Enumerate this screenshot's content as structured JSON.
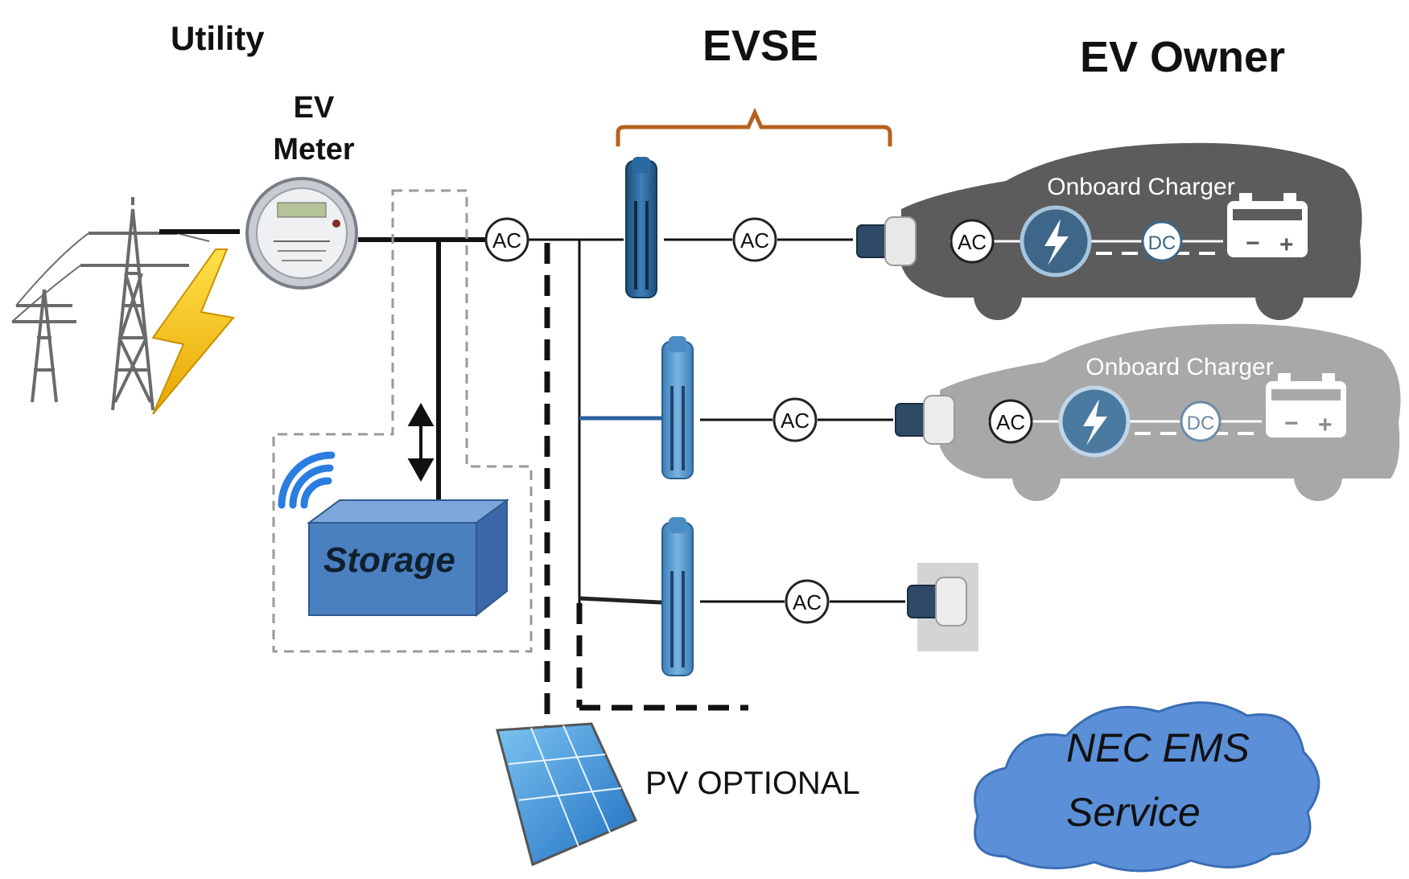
{
  "headers": {
    "utility": "Utility",
    "evse": "EVSE",
    "ev_owner": "EV Owner"
  },
  "meter": {
    "line1": "EV",
    "line2": "Meter"
  },
  "node_label": "AC",
  "dc_label": "DC",
  "cars": [
    {
      "label": "Onboard Charger",
      "shade": "#5c5c5c"
    },
    {
      "label": "Onboard Charger",
      "shade": "#a8a8a8"
    }
  ],
  "storage": {
    "label": "Storage"
  },
  "pv": {
    "label": "PV OPTIONAL"
  },
  "cloud": {
    "line1": "NEC EMS",
    "line2": "Service"
  },
  "colors": {
    "bracket": "#b5611e",
    "charger": "#3a78b0",
    "storage_box": "#4a7fc0",
    "cloud": "#5b8fd8",
    "lightning": "#f5c518",
    "wifi": "#2a7de1"
  }
}
